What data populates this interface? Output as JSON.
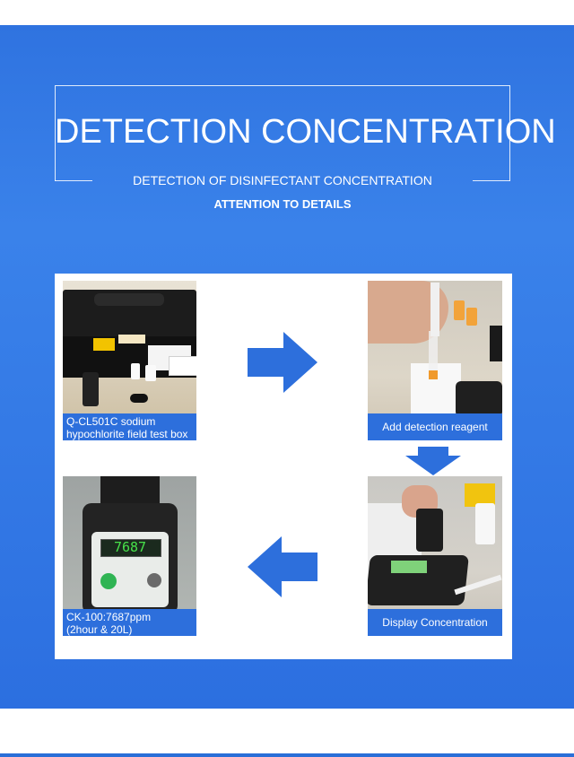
{
  "header": {
    "title": "DETECTION CONCENTRATION",
    "subtitle": "DETECTION OF DISINFECTANT CONCENTRATION",
    "tagline": "ATTENTION TO DETAILS"
  },
  "steps": [
    {
      "caption_line1": "Q-CL501C sodium",
      "caption_line2": "hypochlorite field test box"
    },
    {
      "caption": "Add detection reagent"
    },
    {
      "caption": "Display Concentration"
    },
    {
      "caption_line1": "CK-100:7687ppm",
      "caption_line2": "(2hour & 20L)",
      "display_value": "7687"
    }
  ],
  "colors": {
    "accent_blue": "#2d6fdc",
    "background_blue": "#3a82ea",
    "meter_green": "#47e14a"
  },
  "icons": [
    "arrow-right-icon",
    "arrow-down-icon",
    "arrow-left-icon"
  ]
}
